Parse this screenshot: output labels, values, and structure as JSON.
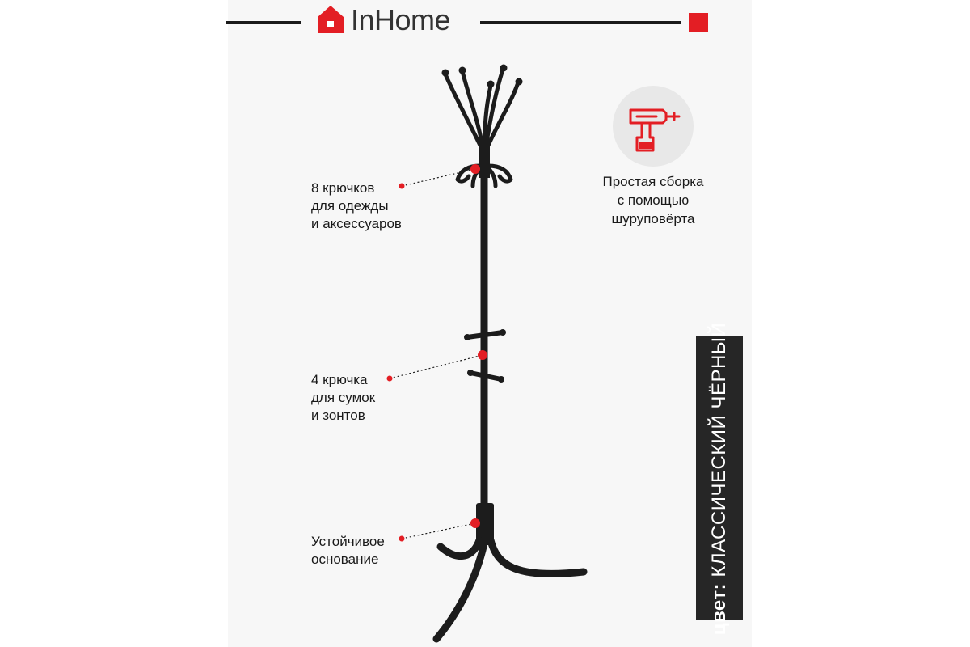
{
  "brand": {
    "name": "InHome",
    "accent_color": "#e31e24"
  },
  "icons": {
    "logo": "house-icon",
    "assembly": "screwdriver-drill-icon"
  },
  "callouts": [
    {
      "lines": [
        "8 крючков",
        "для одежды",
        "и аксессуаров"
      ]
    },
    {
      "lines": [
        "4 крючка",
        "для сумок",
        "и зонтов"
      ]
    },
    {
      "lines": [
        "Устойчивое",
        "основание"
      ]
    }
  ],
  "assembly_feature": {
    "lines": [
      "Простая сборка",
      "с помощью",
      "шуруповёрта"
    ]
  },
  "color_badge": {
    "label": "цвет:",
    "value": "КЛАССИЧЕСКИЙ ЧЁРНЫЙ"
  },
  "product_color": "#1c1c1c"
}
